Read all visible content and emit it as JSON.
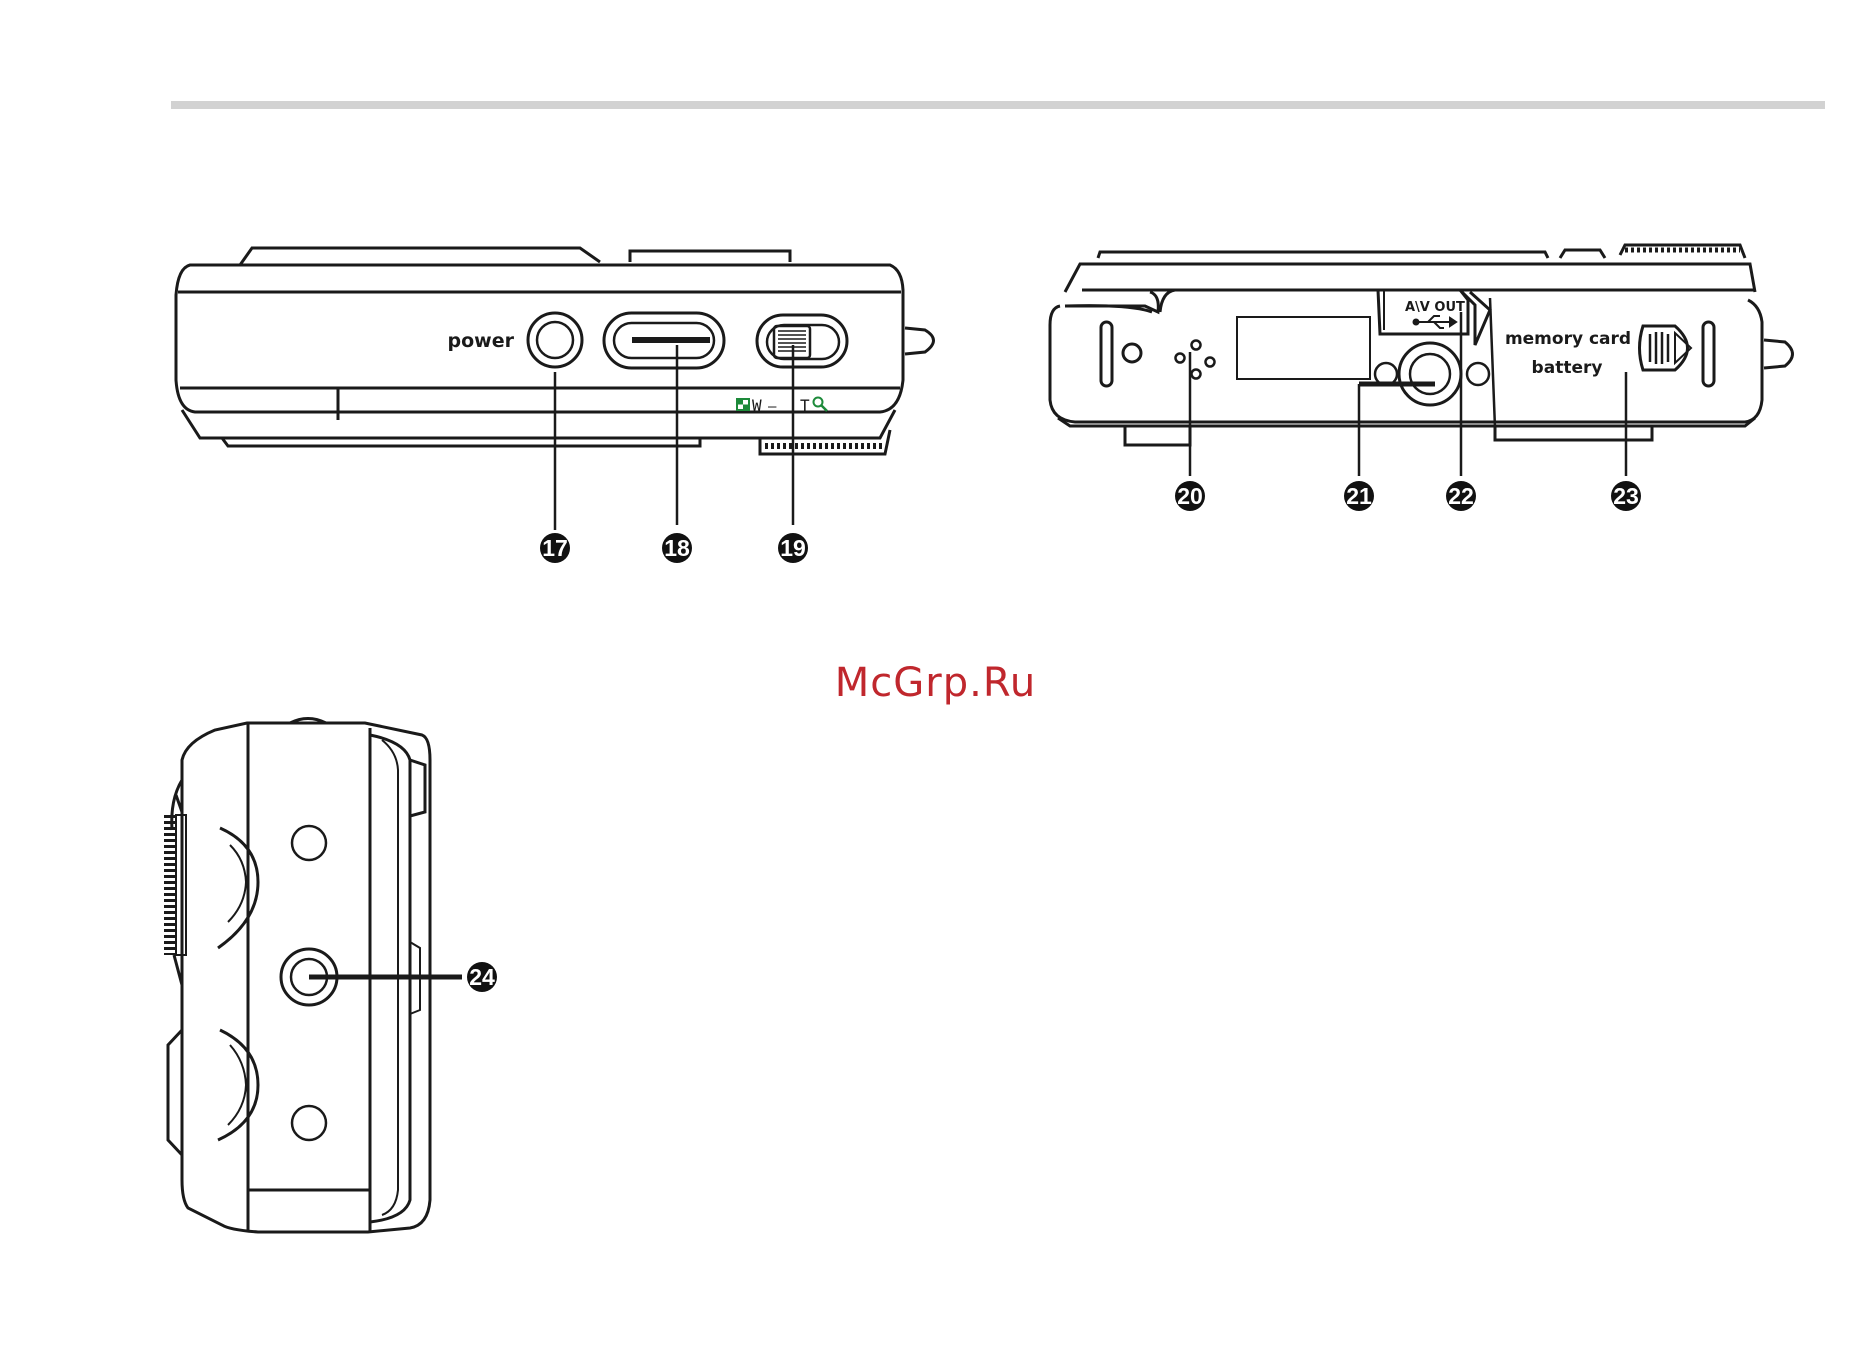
{
  "colors": {
    "line": "#1a1a1a",
    "rule": "#d2d2d2",
    "watermark": "#c0272d",
    "zoom_green": "#1d8a3a"
  },
  "top_view": {
    "power_label": "power",
    "zoom_w": "W",
    "zoom_dash": "—",
    "zoom_t": "T",
    "wide_icon": "mosaic-icon",
    "tele_icon": "magnifier-icon"
  },
  "bottom_view": {
    "av_out_label": "A\\V OUT",
    "usb_icon": "usb-icon",
    "memory_card_label": "memory card",
    "battery_label": "battery"
  },
  "callouts": {
    "c17": "17",
    "c18": "18",
    "c19": "19",
    "c20": "20",
    "c21": "21",
    "c22": "22",
    "c23": "23",
    "c24": "24"
  },
  "watermark": "McGrp.Ru"
}
